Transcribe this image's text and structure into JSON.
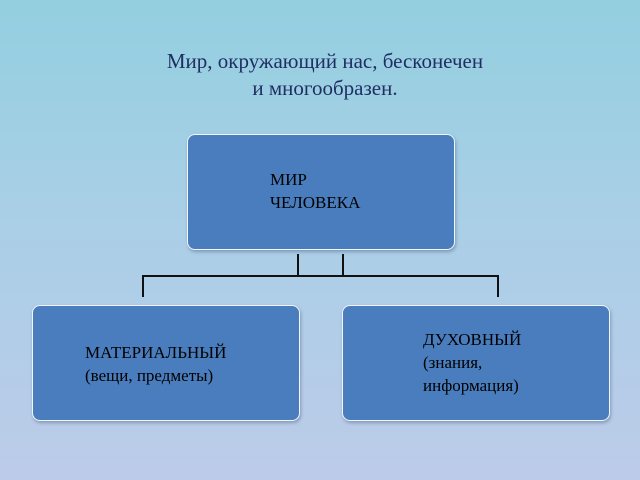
{
  "title": {
    "line1": "Мир, окружающий нас, бесконечен",
    "line2": "и многообразен."
  },
  "nodes": {
    "top": {
      "line1": "МИР",
      "line2": "ЧЕЛОВЕКА"
    },
    "left": {
      "line1": "МАТЕРИАЛЬНЫЙ",
      "line2": "(вещи, предметы)"
    },
    "right": {
      "line1": "ДУХОВНЫЙ",
      "line2": "(знания,",
      "line3": "информация)"
    }
  },
  "colors": {
    "box_fill": "#4a7dbd",
    "title_text": "#1f2f63",
    "connector": "#111111"
  }
}
